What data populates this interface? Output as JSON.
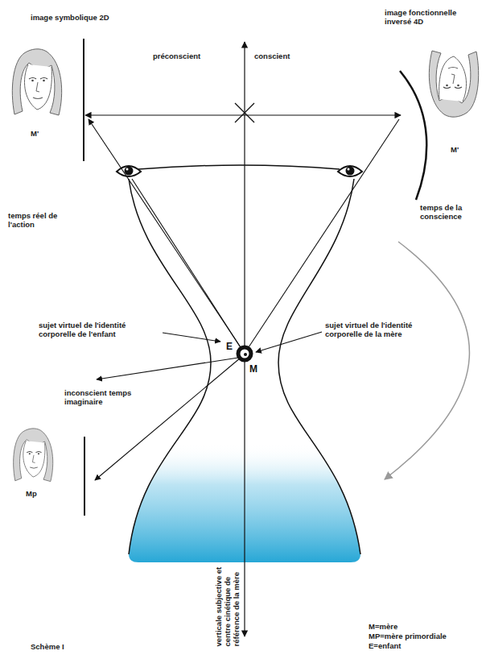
{
  "diagram": {
    "caption": "Schème I",
    "labels": [
      "image symbolique 2D",
      "image fonctionnelle inversé 4D",
      "préconscient",
      "conscient",
      "M'",
      "M'",
      "temps réel de l'action",
      "temps de la conscience",
      "sujet virtuel de l'identité corporelle de l'enfant",
      "E",
      "M",
      "sujet virtuel de l'identité corporelle de la mère",
      "inconscient temps imaginaire",
      "Mp",
      "verticale subjective et centre cinétique de référence de la mère",
      "M=mère",
      "MP=mère primordiale",
      "E=enfant"
    ]
  }
}
